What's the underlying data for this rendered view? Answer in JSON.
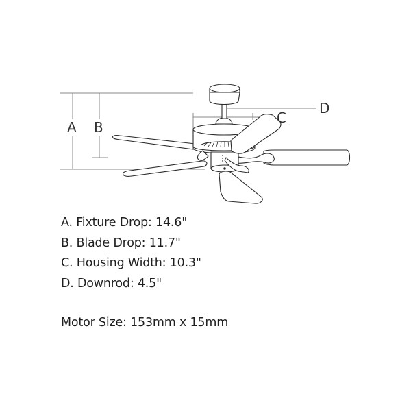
{
  "diagram": {
    "title": "Ceiling fan dimension diagram",
    "labels": {
      "a": "A",
      "b": "B",
      "c": "C",
      "d": "D"
    },
    "colors": {
      "line": "#8a8a8a",
      "outline": "#2b2b2b",
      "fill": "#ffffff"
    }
  },
  "specs": [
    {
      "key": "A",
      "text": "A. Fixture Drop: 14.6\""
    },
    {
      "key": "B",
      "text": "B. Blade Drop: 11.7\""
    },
    {
      "key": "C",
      "text": "C. Housing Width: 10.3\""
    },
    {
      "key": "D",
      "text": "D. Downrod: 4.5\""
    }
  ],
  "motor": {
    "text": "Motor Size: 153mm x 15mm"
  }
}
